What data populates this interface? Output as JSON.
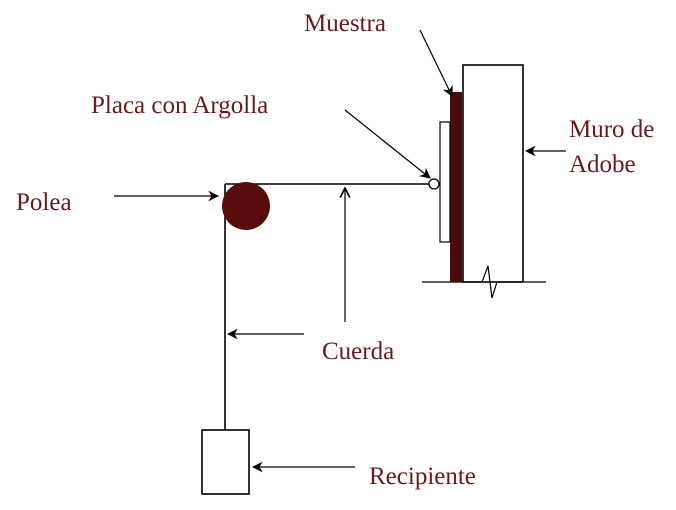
{
  "labels": {
    "muestra": "Muestra",
    "placa": "Placa con Argolla",
    "muro_line1": "Muro de",
    "muro_line2": "Adobe",
    "polea": "Polea",
    "cuerda": "Cuerda",
    "recipiente": "Recipiente"
  },
  "colors": {
    "label_text": "#6b1a1a",
    "pulley": "#5a0c0c",
    "sample": "#4a0a0a",
    "lines": "#000000"
  }
}
